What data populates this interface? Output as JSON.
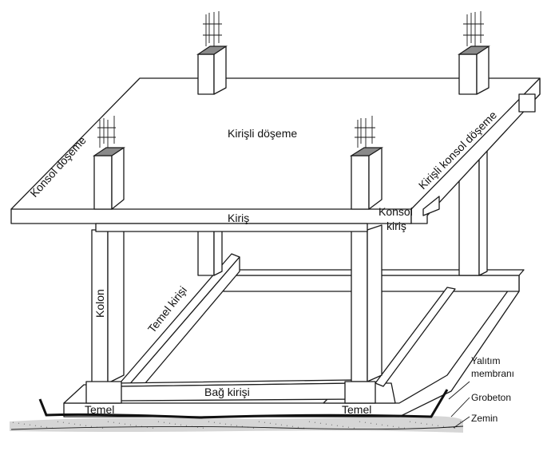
{
  "labels": {
    "kirisli_doseme": "Kirişli döşeme",
    "konsol_doseme": "Konsol döşeme",
    "kirisli_konsol_doseme": "Kirişli konsol döşeme",
    "kiris": "Kiriş",
    "konsol": "Konsol",
    "kiris_short": "kiriş",
    "kolon": "Kolon",
    "temel_kirisi": "Temel kirişi",
    "bag_kirisi": "Bağ kirişi",
    "temel_left": "Temel",
    "temel_right": "Temel",
    "yalitim": "Yalıtım",
    "membrani": "membranı",
    "grobeton": "Grobeton",
    "zemin": "Zemin"
  }
}
